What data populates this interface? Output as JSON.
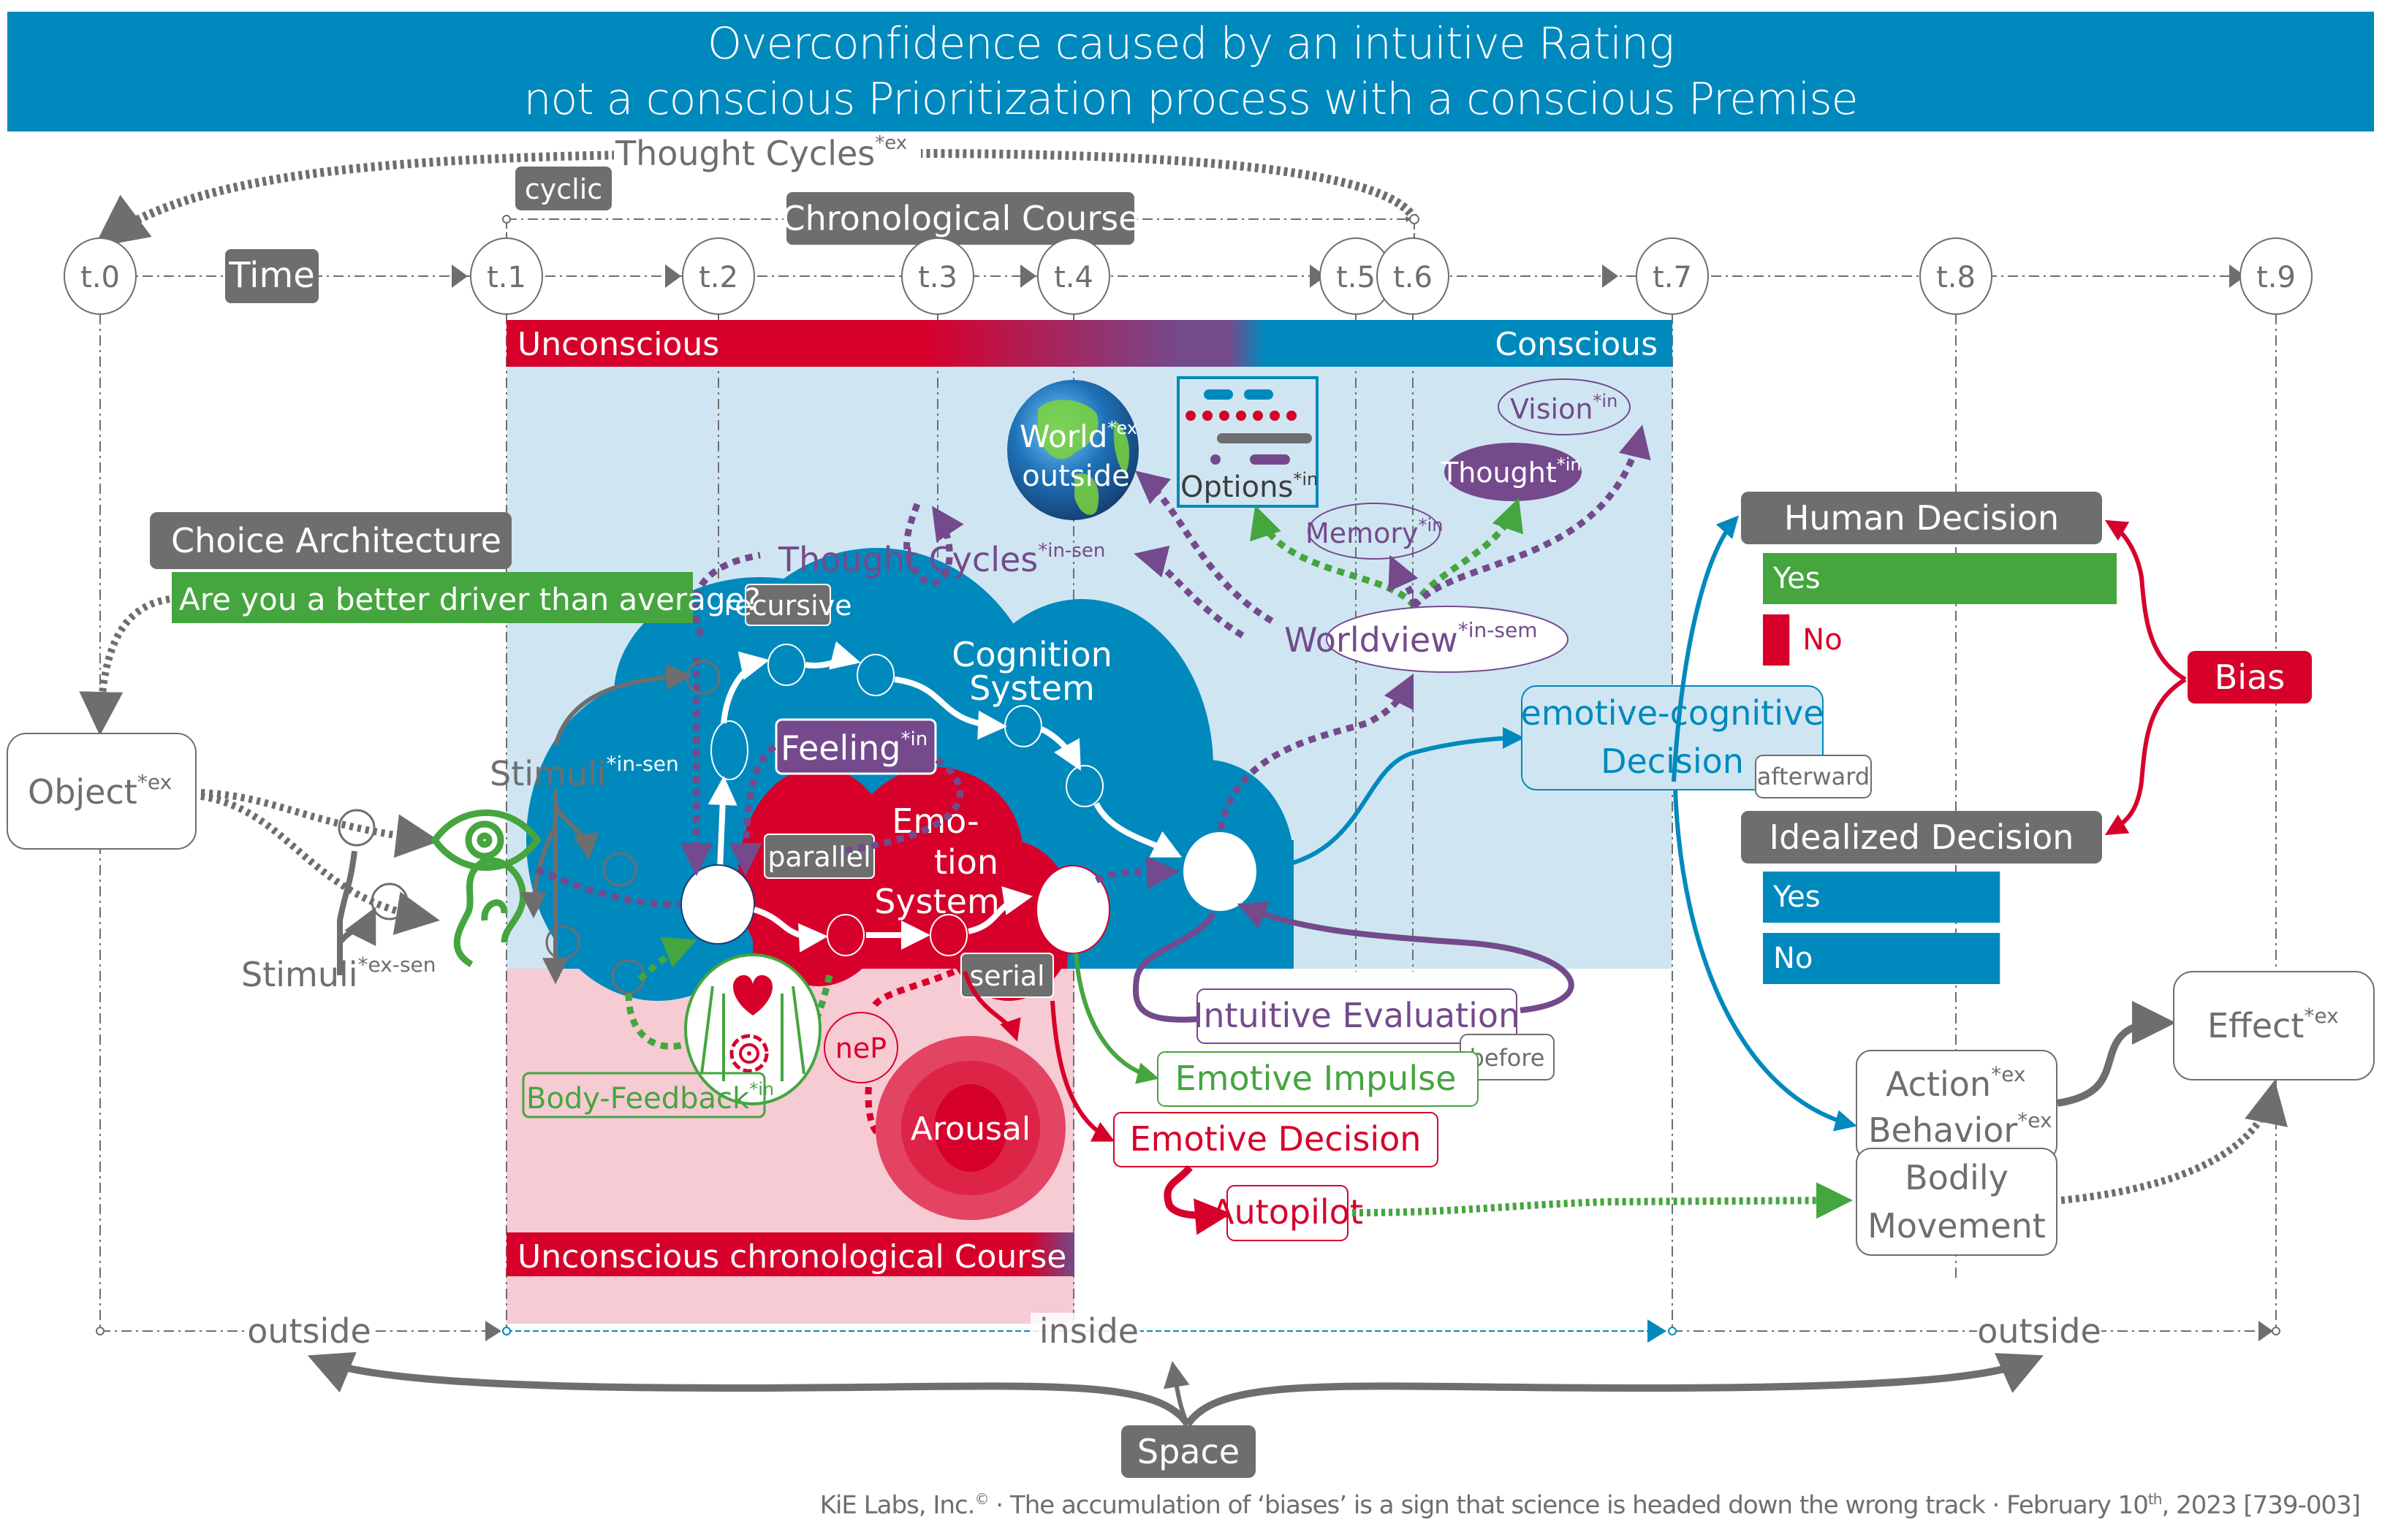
{
  "title": {
    "line1": "Overconfidence caused by an intuitive Rating",
    "line2": "not a conscious Prioritization process with a conscious Premise"
  },
  "colors": {
    "blue": "#0089BD",
    "red": "#D7002B",
    "purple": "#744A8C",
    "green": "#45A53F",
    "gray": "#6E6E6E",
    "light_blue_bg": "#CFE6F2",
    "pink_bg": "#F6CBD3"
  },
  "timeline": {
    "thought_cycles_ex": {
      "label": "Thought Cycles",
      "sup": "*ex"
    },
    "cyclic_label": "cyclic",
    "chronological_label": "Chronological Course",
    "time_label": "Time",
    "ticks": [
      "t.0",
      "t.1",
      "t.2",
      "t.3",
      "t.4",
      "t.5",
      "t.6",
      "t.7",
      "t.8",
      "t.9"
    ]
  },
  "bands": {
    "unconscious": "Unconscious",
    "conscious": "Conscious",
    "unconscious_course": "Unconscious chronological Course"
  },
  "left": {
    "choice_architecture": "Choice Architecture",
    "question": "Are you a better driver than average?",
    "object": {
      "label": "Object",
      "sup": "*ex"
    },
    "stimuli_ex": {
      "label": "Stimuli",
      "sup": "*ex-sen"
    },
    "stimuli_in": {
      "label": "Stimuli",
      "sup": "*in-sen"
    }
  },
  "inner": {
    "world": {
      "label": "World",
      "sup": "*ex",
      "sub_label": "outside"
    },
    "options": {
      "label": "Options",
      "sup": "*in"
    },
    "vision": {
      "label": "Vision",
      "sup": "*in"
    },
    "thought": {
      "label": "Thought",
      "sup": "*in"
    },
    "memory": {
      "label": "Memory",
      "sup": "*in"
    },
    "worldview": {
      "label": "Worldview",
      "sup": "*in-sem"
    },
    "thought_cycles_in": {
      "label": "Thought Cycles",
      "sup": "*in-sen"
    },
    "recursive": "recursive",
    "cognition": [
      "Cognition",
      "System"
    ],
    "feeling": {
      "label": "Feeling",
      "sup": "*in"
    },
    "parallel": "parallel",
    "emotion": [
      "Emo-",
      "tion",
      "System"
    ],
    "serial": "serial",
    "body_feedback": {
      "label": "Body-Feedback",
      "sup": "*in"
    },
    "nep": "neP",
    "arousal": "Arousal"
  },
  "outputs": {
    "emotive_cognitive": [
      "emotive-cognitive",
      "Decision"
    ],
    "afterward": "afterward",
    "intuitive_evaluation": "Intuitive Evaluation",
    "before": "before",
    "emotive_impulse": "Emotive Impulse",
    "emotive_decision": "Emotive Decision",
    "autopilot": "Autopilot"
  },
  "decisions": {
    "human": {
      "title": "Human Decision",
      "bars": [
        {
          "label": "Yes",
          "share": 1.0,
          "color": "#45A53F"
        },
        {
          "label": "No",
          "share": 0.075,
          "color": "#D7002B"
        }
      ]
    },
    "idealized": {
      "title": "Idealized Decision",
      "bars": [
        {
          "label": "Yes",
          "share": 0.67,
          "color": "#0089BD"
        },
        {
          "label": "No",
          "share": 0.67,
          "color": "#0089BD"
        }
      ]
    },
    "bias": "Bias"
  },
  "effects": {
    "action": {
      "label": "Action",
      "sup": "*ex"
    },
    "behavior": {
      "label": "Behavior",
      "sup": "*ex"
    },
    "bodily": [
      "Bodily",
      "Movement"
    ],
    "effect": {
      "label": "Effect",
      "sup": "*ex"
    }
  },
  "space": {
    "outside_left": "outside",
    "inside": "inside",
    "outside_right": "outside",
    "label": "Space"
  },
  "footer": {
    "org": "KiE Labs, Inc.",
    "copyright": "©",
    "text": " · The accumulation of ‘biases’ is a sign that science is headed down the wrong track · February 10",
    "ordinal": "th",
    "date_tail": ", 2023 [739-003]"
  }
}
